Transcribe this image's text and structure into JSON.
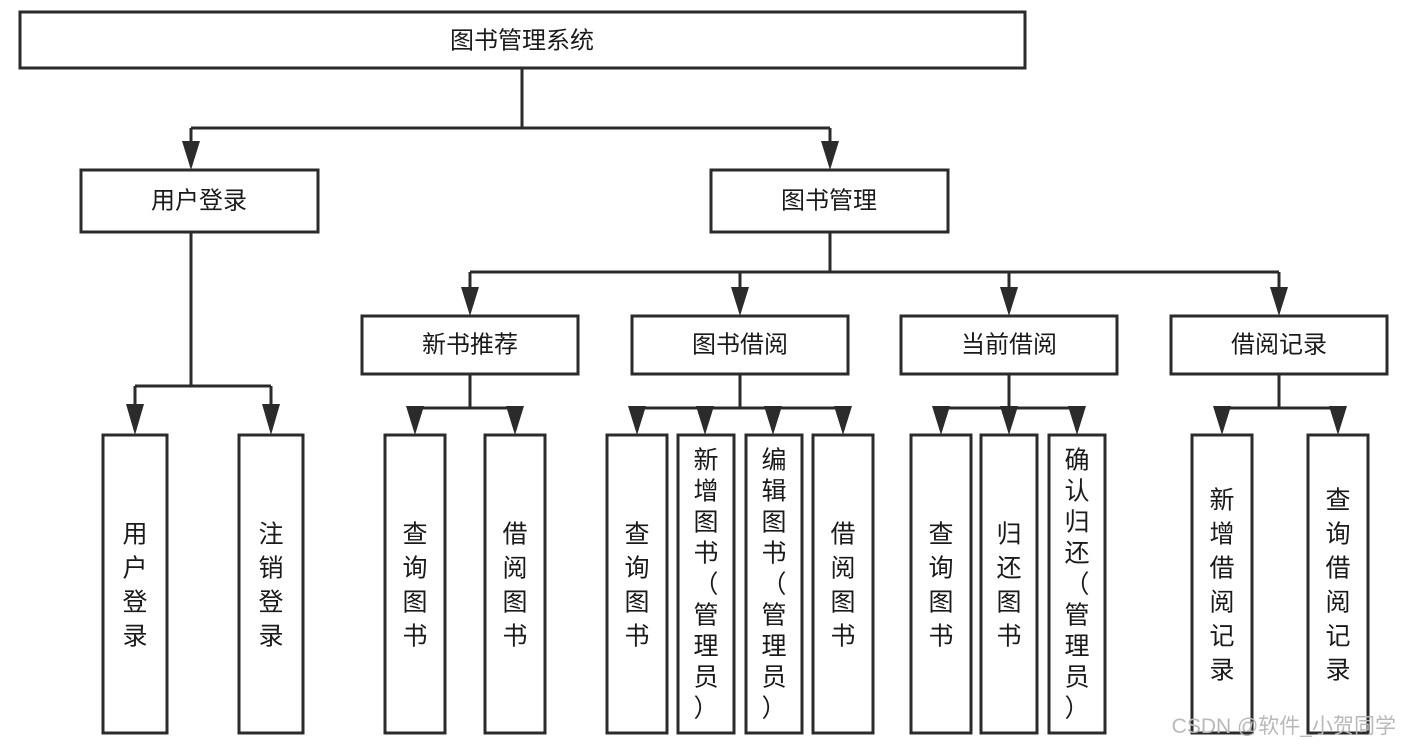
{
  "diagram": {
    "type": "hierarchy-tree",
    "title": "图书管理系统",
    "levels": 4,
    "root": {
      "id": "root",
      "label": "图书管理系统",
      "orientation": "horizontal"
    },
    "level2": [
      {
        "id": "user-login",
        "label": "用户登录",
        "orientation": "horizontal"
      },
      {
        "id": "book-management",
        "label": "图书管理",
        "orientation": "horizontal"
      }
    ],
    "level3": [
      {
        "id": "new-book-recommend",
        "label": "新书推荐",
        "orientation": "horizontal",
        "parent": "book-management"
      },
      {
        "id": "book-borrow",
        "label": "图书借阅",
        "orientation": "horizontal",
        "parent": "book-management"
      },
      {
        "id": "current-borrow",
        "label": "当前借阅",
        "orientation": "horizontal",
        "parent": "book-management"
      },
      {
        "id": "borrow-record",
        "label": "借阅记录",
        "orientation": "horizontal",
        "parent": "book-management"
      }
    ],
    "leaves": [
      {
        "id": "leaf-user-login",
        "label": "用户登录",
        "orientation": "vertical",
        "parent": "user-login"
      },
      {
        "id": "leaf-user-logout",
        "label": "注销登录",
        "orientation": "vertical",
        "parent": "user-login"
      },
      {
        "id": "leaf-query-book-1",
        "label": "查询图书",
        "orientation": "vertical",
        "parent": "new-book-recommend"
      },
      {
        "id": "leaf-borrow-book-1",
        "label": "借阅图书",
        "orientation": "vertical",
        "parent": "new-book-recommend"
      },
      {
        "id": "leaf-query-book-2",
        "label": "查询图书",
        "orientation": "vertical",
        "parent": "book-borrow"
      },
      {
        "id": "leaf-add-book",
        "label": "新增图书（管理员）",
        "orientation": "vertical",
        "parent": "book-borrow"
      },
      {
        "id": "leaf-edit-book",
        "label": "编辑图书（管理员）",
        "orientation": "vertical",
        "parent": "book-borrow"
      },
      {
        "id": "leaf-borrow-book-2",
        "label": "借阅图书",
        "orientation": "vertical",
        "parent": "book-borrow"
      },
      {
        "id": "leaf-query-book-3",
        "label": "查询图书",
        "orientation": "vertical",
        "parent": "current-borrow"
      },
      {
        "id": "leaf-return-book",
        "label": "归还图书",
        "orientation": "vertical",
        "parent": "current-borrow"
      },
      {
        "id": "leaf-confirm-return",
        "label": "确认归还（管理员）",
        "orientation": "vertical",
        "parent": "current-borrow"
      },
      {
        "id": "leaf-add-record",
        "label": "新增借阅记录",
        "orientation": "vertical",
        "parent": "borrow-record"
      },
      {
        "id": "leaf-query-record",
        "label": "查询借阅记录",
        "orientation": "vertical",
        "parent": "borrow-record"
      }
    ],
    "colors": {
      "background": "#ffffff",
      "node_fill": "#ffffff",
      "node_stroke": "#2b2b2b",
      "text": "#1a1a1a",
      "watermark": "#b9b9b9"
    }
  },
  "watermark": {
    "text": "CSDN @软件_小贺同学"
  }
}
